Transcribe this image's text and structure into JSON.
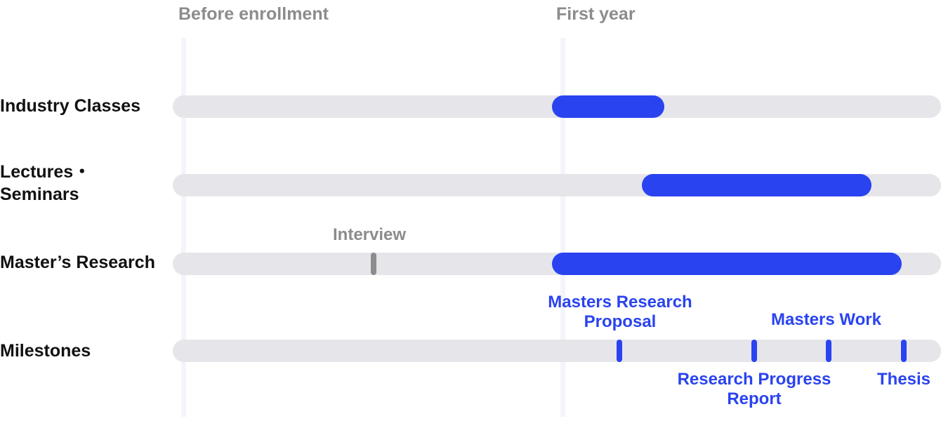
{
  "phases": [
    "Before enrollment",
    "First year"
  ],
  "rows": [
    {
      "label": "Industry Classes"
    },
    {
      "label_line1": "Lectures・",
      "label_line2": "Seminars"
    },
    {
      "label": "Master’s Research"
    },
    {
      "label": "Milestones"
    }
  ],
  "annotations": {
    "interview": "Interview",
    "research_proposal_line1": "Masters Research",
    "research_proposal_line2": "Proposal",
    "masters_work": "Masters Work",
    "progress_report_line1": "Research Progress",
    "progress_report_line2": "Report",
    "thesis": "Thesis"
  },
  "colors": {
    "accent": "#2a43f0",
    "track": "#e5e5ea",
    "muted": "#8c8c8c",
    "text": "#111111"
  }
}
